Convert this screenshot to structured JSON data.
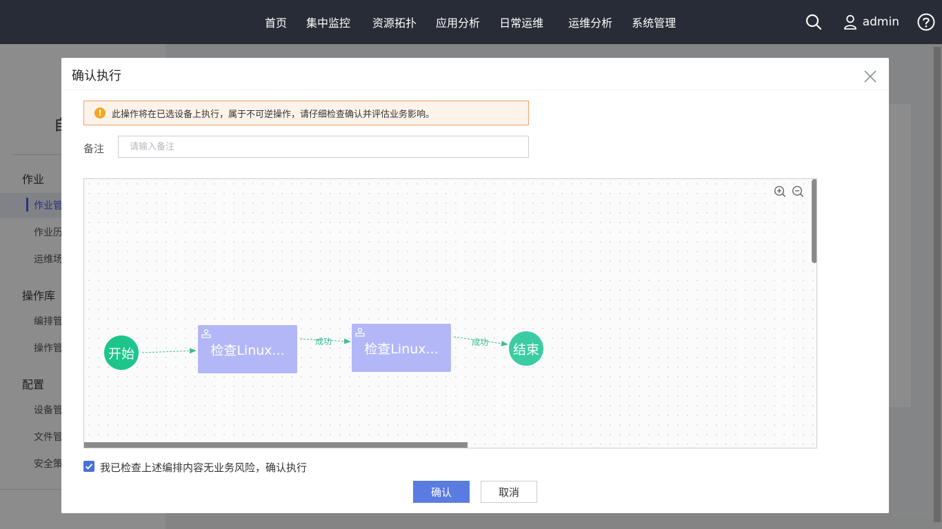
{
  "nav": {
    "items": [
      {
        "label": "首页"
      },
      {
        "label": "集中监控"
      },
      {
        "label": "资源拓扑"
      },
      {
        "label": "应用分析"
      },
      {
        "label": "日常运维"
      },
      {
        "label": "运维分析"
      },
      {
        "label": "系统管理"
      }
    ],
    "username": "admin"
  },
  "sidebar": {
    "heading": "自",
    "groups": [
      {
        "label": "作业",
        "items": [
          "作业管",
          "作业历",
          "运维场"
        ]
      },
      {
        "label": "操作库",
        "items": [
          "编排管",
          "操作管"
        ]
      },
      {
        "label": "配置",
        "items": [
          "设备管",
          "文件管",
          "安全策"
        ]
      }
    ]
  },
  "modal": {
    "title": "确认执行",
    "alert": "此操作将在已选设备上执行，属于不可逆操作，请仔细检查确认并评估业务影响。",
    "remark_label": "备注",
    "remark_placeholder": "请输入备注",
    "remark_value": "",
    "flow": {
      "start_label": "开始",
      "end_label": "结束",
      "tasks": [
        {
          "label": "检查Linux..."
        },
        {
          "label": "检查Linux..."
        }
      ],
      "edge_labels": [
        "成功",
        "成功"
      ]
    },
    "confirm_checked": true,
    "confirm_text": "我已检查上述编排内容无业务风险，确认执行",
    "ok_label": "确认",
    "cancel_label": "取消"
  },
  "colors": {
    "topbar": "#282c36",
    "primary": "#5a7be0",
    "start_node": "#1dc58b",
    "end_node": "#3bcca3",
    "task_node": "#b3b7f7",
    "alert_border": "#f0a063",
    "alert_bg": "#fdf3ea"
  }
}
